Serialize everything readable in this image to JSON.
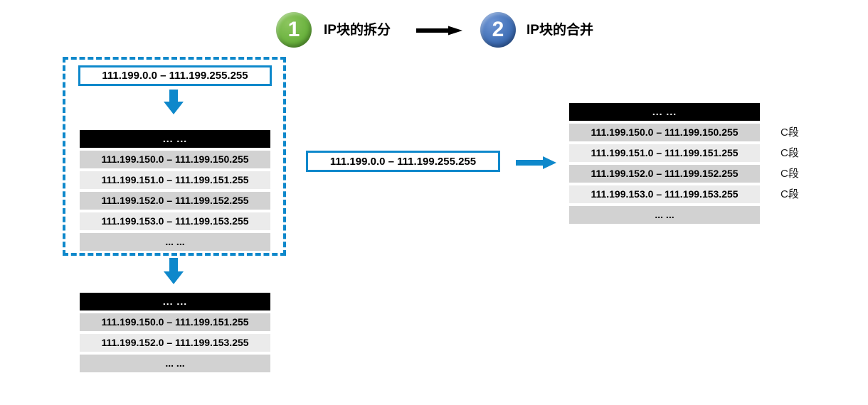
{
  "header": {
    "step1": {
      "number": "1",
      "label": "IP块的拆分"
    },
    "step2": {
      "number": "2",
      "label": "IP块的合并"
    }
  },
  "colors": {
    "accent_blue": "#0e88cb",
    "step1_circle_green": "#6ab23e",
    "step2_circle_blue": "#3f6eb5",
    "table_header_bg": "#000000",
    "row_dark": "#d2d2d2",
    "row_light": "#ebebeb"
  },
  "split": {
    "source_block": "111.199.0.0 – 111.199.255.255",
    "c_table": {
      "header": "... ...",
      "rows": [
        "111.199.150.0 – 111.199.150.255",
        "111.199.151.0 – 111.199.151.255",
        "111.199.152.0 – 111.199.152.255",
        "111.199.153.0 – 111.199.153.255"
      ],
      "footer": "... ..."
    },
    "merged_table": {
      "header": "... ...",
      "rows": [
        "111.199.150.0 – 111.199.151.255",
        "111.199.152.0 – 111.199.153.255"
      ],
      "footer": "... ..."
    }
  },
  "merge": {
    "source_block": "111.199.0.0 – 111.199.255.255",
    "result_table": {
      "header": "... ...",
      "rows": [
        {
          "range": "111.199.150.0 – 111.199.150.255",
          "tag": "C段"
        },
        {
          "range": "111.199.151.0 – 111.199.151.255",
          "tag": "C段"
        },
        {
          "range": "111.199.152.0 – 111.199.152.255",
          "tag": "C段"
        },
        {
          "range": "111.199.153.0 – 111.199.153.255",
          "tag": "C段"
        }
      ],
      "footer": "... ..."
    }
  }
}
